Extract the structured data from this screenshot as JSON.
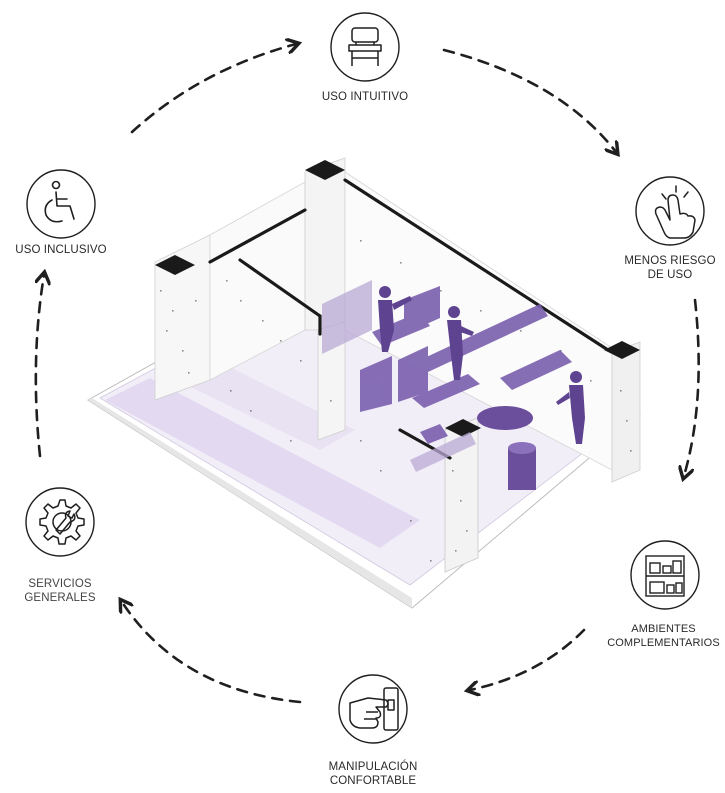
{
  "nodes": {
    "uso_intuitivo": {
      "lines": [
        "USO INTUITIVO"
      ],
      "icon": "chair-icon"
    },
    "menos_riesgo": {
      "lines": [
        "MENOS RIESGO",
        "DE USO"
      ],
      "icon": "touch-gesture-icon"
    },
    "ambientes": {
      "lines": [
        "AMBIENTES",
        "COMPLEMENTARIOS"
      ],
      "icon": "storage-shelf-icon"
    },
    "manipulacion": {
      "lines": [
        "MANIPULACIÓN",
        "CONFORTABLE"
      ],
      "icon": "hand-button-icon"
    },
    "servicios": {
      "lines": [
        "SERVICIOS",
        "GENERALES"
      ],
      "icon": "gear-wrench-icon"
    },
    "uso_inclusivo": {
      "lines": [
        "USO INCLUSIVO"
      ],
      "icon": "wheelchair-icon"
    }
  },
  "colors": {
    "line": "#1f1f1f",
    "accent": "#6b4f9c",
    "accent_light": "#b8a9d4",
    "floor": "#ece8f3",
    "wall": "#f4f3f5"
  }
}
